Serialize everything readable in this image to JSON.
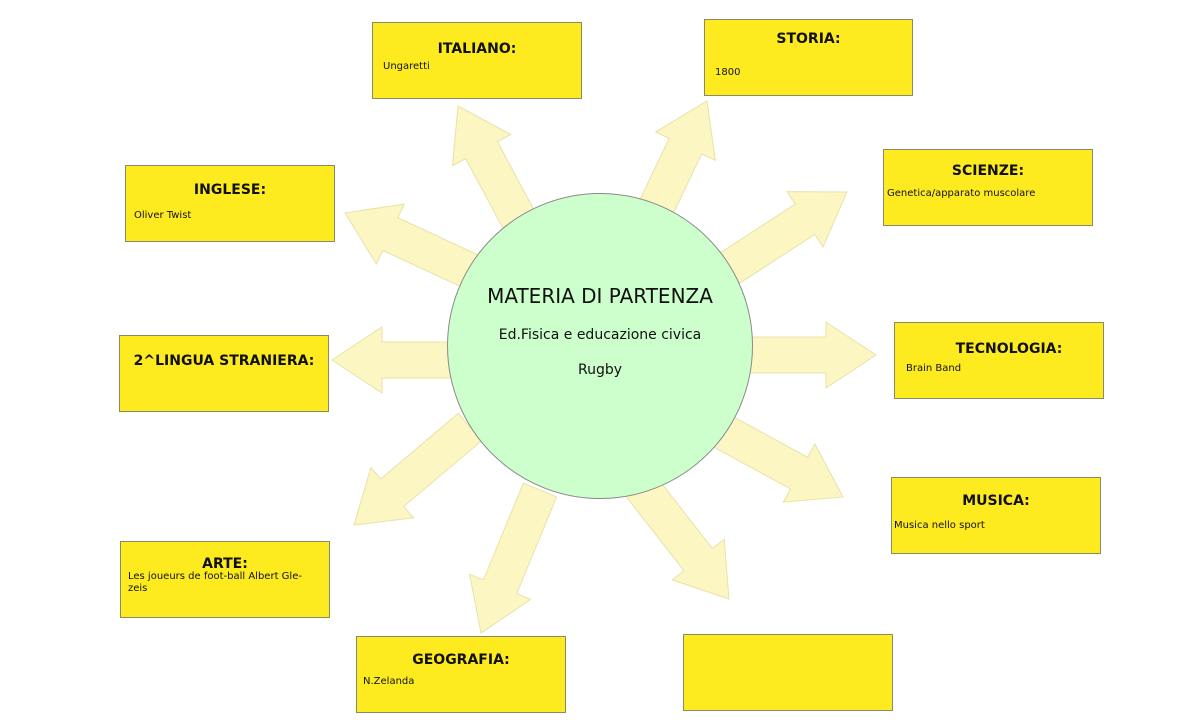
{
  "center": {
    "title": "MATERIA DI PARTENZA",
    "line1": "Ed.Fisica e educazione civica",
    "line2": "Rugby"
  },
  "boxes": {
    "italiano": {
      "title": "ITALIANO:",
      "text": "Ungaretti"
    },
    "storia": {
      "title": "STORIA:",
      "text": "1800"
    },
    "scienze": {
      "title": "SCIENZE:",
      "text": "Genetica/apparato muscolare"
    },
    "tecnologia": {
      "title": "TECNOLOGIA:",
      "text": "Brain Band"
    },
    "musica": {
      "title": "MUSICA:",
      "text": "Musica nello sport"
    },
    "empty": {
      "title": "",
      "text": ""
    },
    "geografia": {
      "title": "GEOGRAFIA:",
      "text": "N.Zelanda"
    },
    "arte": {
      "title": "ARTE:",
      "text": "Les joueurs de foot-ball Albert Gle-zeis"
    },
    "lingua2": {
      "title": "2^LINGUA STRANIERA:",
      "text": ""
    },
    "inglese": {
      "title": "INGLESE:",
      "text": "Oliver Twist"
    }
  },
  "colors": {
    "box_fill": "#fdeb1f",
    "circle_fill": "#ccffcc",
    "arrow_fill": "#fcf6c3"
  }
}
